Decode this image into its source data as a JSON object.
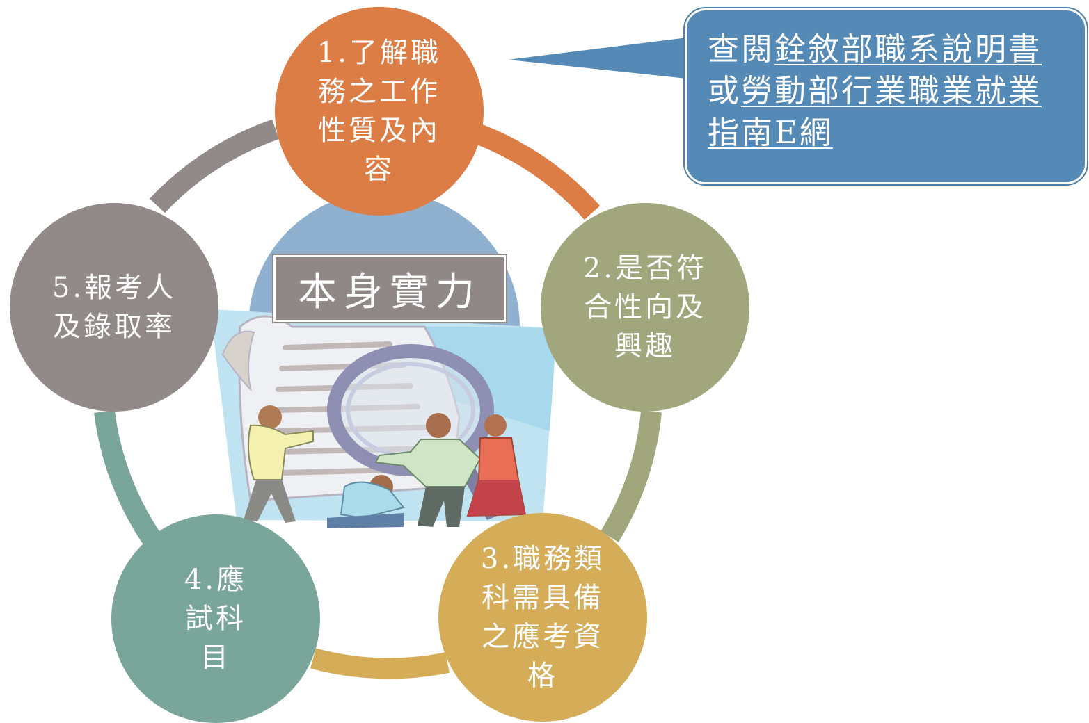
{
  "center": {
    "title": "本身實力"
  },
  "nodes": [
    {
      "label": "1.了解職務之工作性質及內容"
    },
    {
      "label": "2.是否符合性向及興趣"
    },
    {
      "label": "3.職務類科需具備之應考資格"
    },
    {
      "label": "4.應試科目"
    },
    {
      "label": "5.報考人及錄取率"
    }
  ],
  "callout": {
    "line1_prefix": "查閱",
    "line1_link": "銓敘部職系說明書",
    "line2_prefix": "或",
    "line2_link": "勞動部行業職業就業",
    "line3_link": "指南E網"
  },
  "colors": {
    "node1": "#dc7d45",
    "node2": "#a1a67c",
    "node3": "#d5ad59",
    "node4": "#7aa59b",
    "node5": "#928a88",
    "center_disc": "#8fb1cf",
    "callout": "#5589b6",
    "title_box": "#8f8886"
  },
  "illustration": {
    "icon": "people-examining-document-with-magnifier-illustration"
  }
}
